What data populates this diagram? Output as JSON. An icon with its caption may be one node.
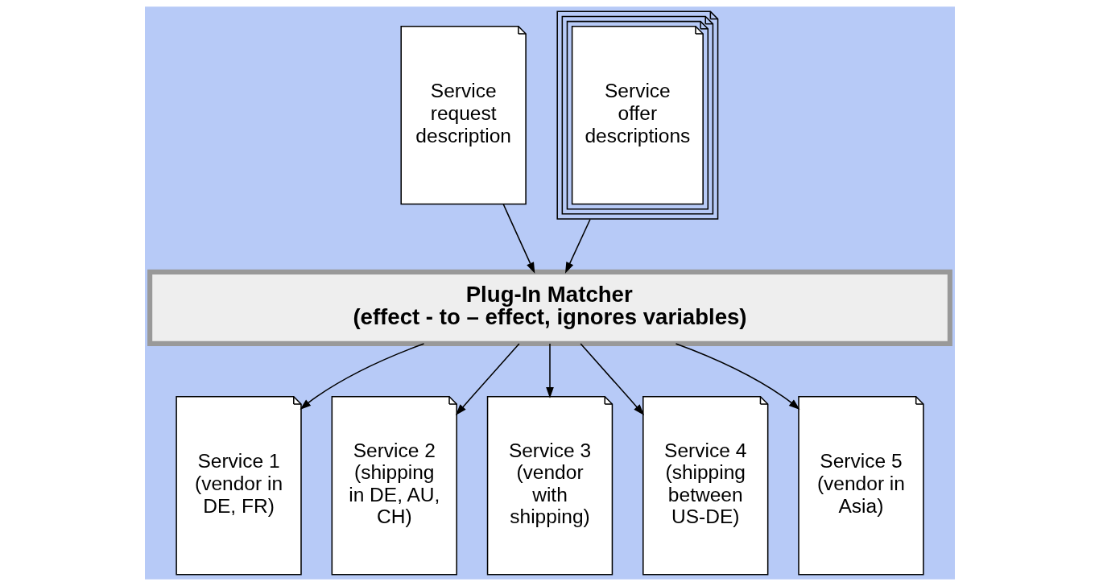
{
  "diagram": {
    "nodes": [
      {
        "text": [
          "Service request description"
        ]
      },
      {
        "text": [
          "Service offer descriptions"
        ]
      },
      {
        "text": [
          "Plug-In Matcher",
          "(effect - to – effect, ignores variables)"
        ]
      },
      {
        "text": [
          "Service 1 (vendor in DE, FR)"
        ]
      },
      {
        "text": [
          "Service 2 (shipping in DE, AU, CH)"
        ]
      },
      {
        "text": [
          "Service 3 (vendor with shipping)"
        ]
      },
      {
        "text": [
          "Service 4 (shipping between US-DE)"
        ]
      },
      {
        "text": [
          "Service 5 (vendor in Asia)"
        ]
      }
    ],
    "edges": [
      {
        "from": 0,
        "to": 2,
        "arrow": "to"
      },
      {
        "from": 1,
        "to": 2,
        "arrow": "to"
      },
      {
        "from": 2,
        "to": 3,
        "arrow": "to"
      },
      {
        "from": 2,
        "to": 4,
        "arrow": "to"
      },
      {
        "from": 2,
        "to": 5,
        "arrow": "to"
      },
      {
        "from": 2,
        "to": 6,
        "arrow": "to"
      },
      {
        "from": 2,
        "to": 7,
        "arrow": "to"
      }
    ]
  }
}
